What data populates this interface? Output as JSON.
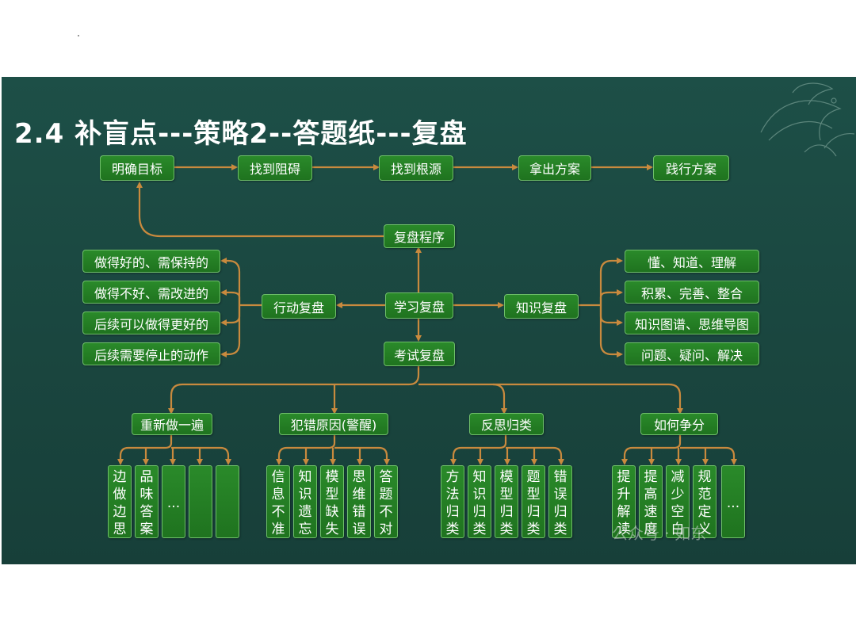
{
  "title": "2.4  补盲点---策略2--答题纸---复盘",
  "colors": {
    "background": "#1b4a43",
    "box": "#26862a",
    "arrow": "#c98a3e",
    "text": "#ffffff"
  },
  "top_flow": [
    "明确目标",
    "找到阻碍",
    "找到根源",
    "拿出方案",
    "践行方案"
  ],
  "center": {
    "program": "复盘程序",
    "study": "学习复盘",
    "action": "行动复盘",
    "knowledge": "知识复盘",
    "exam": "考试复盘"
  },
  "action_items": [
    "做得好的、需保持的",
    "做得不好、需改进的",
    "后续可以做得更好的",
    "后续需要停止的动作"
  ],
  "knowledge_items": [
    "懂、知道、理解",
    "积累、完善、整合",
    "知识图谱、思维导图",
    "问题、疑问、解决"
  ],
  "exam_groups": [
    {
      "label": "重新做一遍",
      "leaves": [
        "边做边思",
        "品味答案",
        "...",
        "",
        ""
      ]
    },
    {
      "label": "犯错原因(警醒)",
      "leaves": [
        "信息不准",
        "知识遗忘",
        "模型缺失",
        "思维错误",
        "答题不对"
      ]
    },
    {
      "label": "反思归类",
      "leaves": [
        "方法归类",
        "知识归类",
        "模型归类",
        "题型归类",
        "错误归类"
      ]
    },
    {
      "label": "如何争分",
      "leaves": [
        "提升解读",
        "提高速度",
        "减少空白",
        "规范定义",
        "..."
      ]
    }
  ],
  "watermark": "公众号 · 如东"
}
